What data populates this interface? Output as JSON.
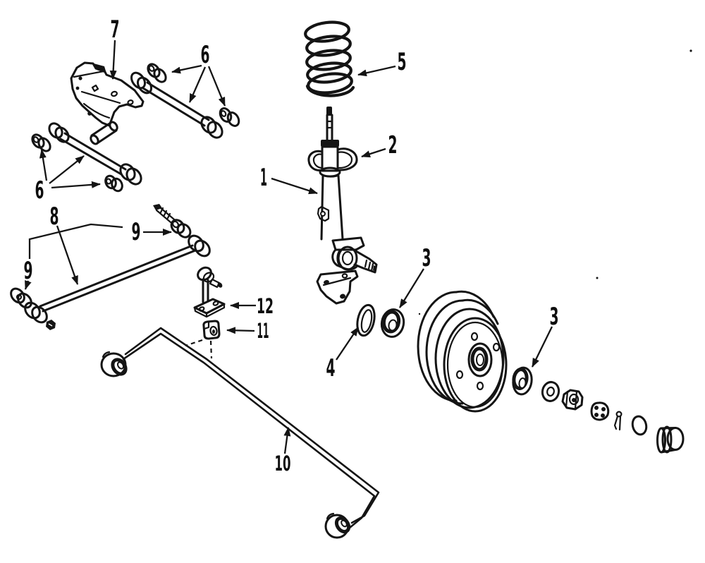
{
  "diagram": {
    "kind": "exploded-parts-line-diagram",
    "background_color": "#ffffff",
    "ink_color": "#141414",
    "callouts": {
      "strut": "1",
      "spring_seat": "2",
      "bearing_inner": "3",
      "bearing_outer": "3",
      "grease_seal": "4",
      "coil_spring": "5",
      "upper_arm_bushings": "6",
      "lower_arm_bushings": "6",
      "mount_bracket": "7",
      "lateral_rod": "8",
      "rod_bushing_right": "9",
      "rod_bushing_left": "9",
      "stabilizer_bar": "10",
      "stabilizer_bushing": "11",
      "stabilizer_link_bracket": "12"
    }
  }
}
